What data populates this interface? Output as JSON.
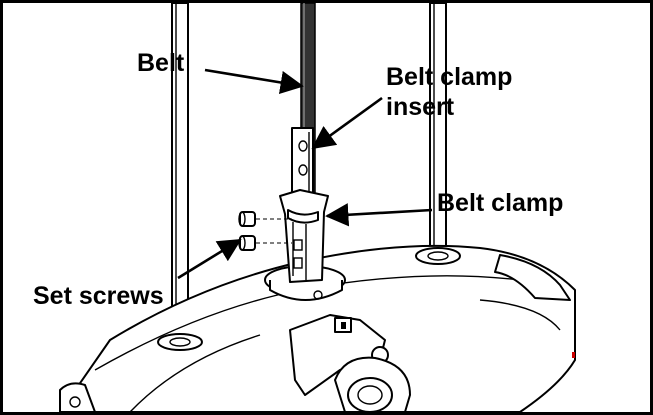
{
  "labels": {
    "belt": "Belt",
    "belt_clamp_insert_line1": "Belt clamp",
    "belt_clamp_insert_line2": "insert",
    "belt_clamp": "Belt clamp",
    "set_screws": "Set screws"
  },
  "colors": {
    "line": "#000000",
    "background": "#ffffff",
    "belt": "#333333"
  }
}
